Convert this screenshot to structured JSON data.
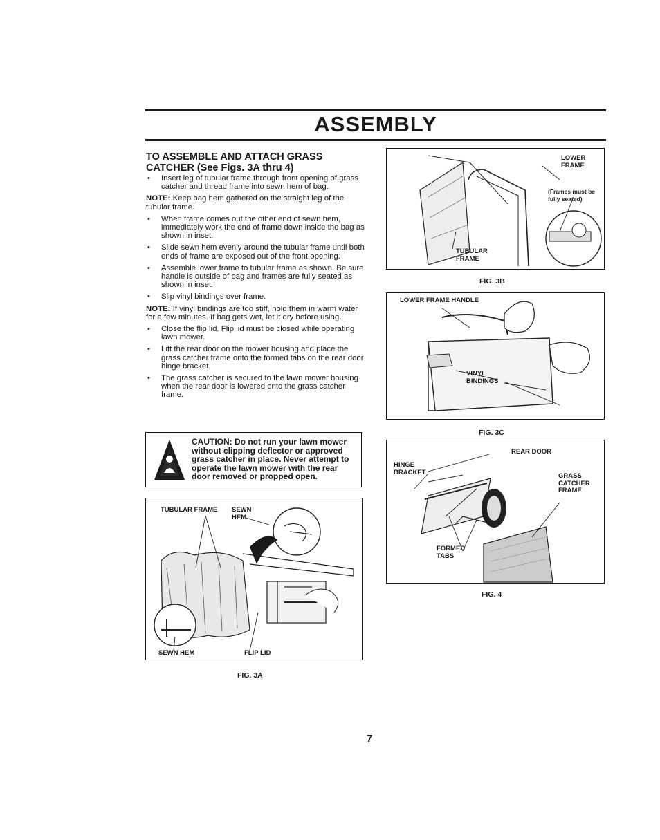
{
  "page": {
    "title": "ASSEMBLY",
    "page_number": "7"
  },
  "left_column": {
    "heading_line1": "TO ASSEMBLE AND ATTACH GRASS",
    "heading_line2": "CATCHER (See Figs. 3A thru 4)",
    "bullet1": "Insert leg of tubular frame through front opening of grass catcher and thread frame into sewn hem of bag.",
    "note1_label": "NOTE:",
    "note1_text": " Keep bag hem gathered on the straight leg of the tubular frame.",
    "bullet2": "When frame comes out the other end of sewn hem, immediately work the end of frame down inside the bag as shown in inset.",
    "bullet3": "Slide sewn hem evenly around the tubular frame until both ends of frame are exposed out of the front opening.",
    "bullet4": "Assemble lower frame to tubular frame as shown. Be sure handle is outside of bag and frames are fully seated as shown in inset.",
    "bullet5": "Slip vinyl bindings over frame.",
    "note2_label": "NOTE:",
    "note2_text": " If vinyl bindings are too stiff, hold them in warm water for a few minutes. If bag gets wet, let it dry before using.",
    "bullet6": "Close the flip lid. Flip lid must be closed while operating lawn mower.",
    "bullet7": "Lift the rear door on the mower housing and place the grass catcher frame onto the formed tabs on the rear door hinge bracket.",
    "bullet8": "The grass catcher is secured to the lawn mower housing when the rear door is lowered onto the grass catcher frame."
  },
  "caution": {
    "text": "CAUTION: Do not run your lawn mower without clipping deflector or approved grass catcher in place. Never attempt to operate the lawn mower with the rear door removed or propped open."
  },
  "fig3a": {
    "caption": "FIG. 3A",
    "label_tubular_frame": "TUBULAR FRAME",
    "label_sewn_hem_top": "SEWN HEM",
    "label_sewn_hem_bottom": "SEWN HEM",
    "label_flip_lid": "FLIP LID"
  },
  "fig3b": {
    "caption": "FIG. 3B",
    "label_lower_frame": "LOWER FRAME",
    "label_note": "(Frames must be fully seated)",
    "label_tubular_frame": "TUBULAR FRAME"
  },
  "fig3c": {
    "caption": "FIG. 3C",
    "label_lower_frame_handle": "LOWER FRAME HANDLE",
    "label_vinyl_bindings": "VINYL BINDINGS"
  },
  "fig4": {
    "caption": "FIG. 4",
    "label_rear_door": "REAR DOOR",
    "label_hinge_bracket": "HINGE BRACKET",
    "label_grass_catcher_frame": "GRASS CATCHER FRAME",
    "label_formed_tabs": "FORMED TABS"
  }
}
